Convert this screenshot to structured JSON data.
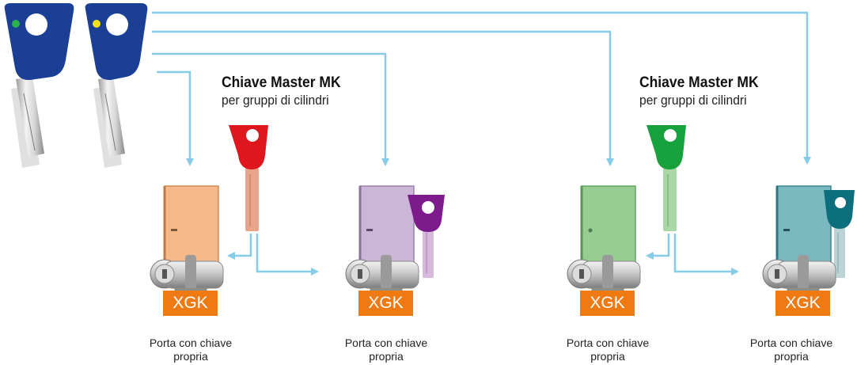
{
  "groups": [
    {
      "title": "Chiave Master MK",
      "subtitle": "per gruppi di cilindri"
    },
    {
      "title": "Chiave Master MK",
      "subtitle": "per gruppi di cilindri"
    }
  ],
  "doors": [
    {
      "badge": "XGK",
      "caption_line1": "Porta con chiave",
      "caption_line2": "propria",
      "color": "#f5b98a"
    },
    {
      "badge": "XGK",
      "caption_line1": "Porta con chiave",
      "caption_line2": "propria",
      "color": "#cbb6d8"
    },
    {
      "badge": "XGK",
      "caption_line1": "Porta con chiave",
      "caption_line2": "propria",
      "color": "#96cd92"
    },
    {
      "badge": "XGK",
      "caption_line1": "Porta con chiave",
      "caption_line2": "propria",
      "color": "#7ab8c0"
    }
  ],
  "colors": {
    "arrow": "#86cbe8",
    "grand_master_key": "#1b3f94",
    "master_key_red": "#e0161e",
    "master_key_green": "#17a13d",
    "door_key_purple": "#7d1a8c",
    "door_key_teal": "#0e6f7c",
    "badge": "#f07a12",
    "dot_green": "#2bb24c",
    "dot_yellow": "#f2e21a"
  }
}
